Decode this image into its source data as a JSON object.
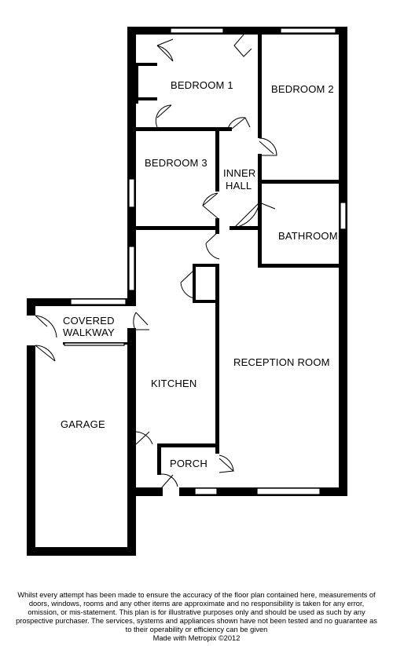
{
  "rooms": {
    "bedroom1": "BEDROOM 1",
    "bedroom2": "BEDROOM 2",
    "bedroom3": "BEDROOM 3",
    "inner_hall_line1": "INNER",
    "inner_hall_line2": "HALL",
    "bathroom": "BATHROOM",
    "covered_walkway_line1": "COVERED",
    "covered_walkway_line2": "WALKWAY",
    "reception_room": "RECEPTION ROOM",
    "kitchen": "KITCHEN",
    "garage": "GARAGE",
    "porch": "PORCH"
  },
  "footer": {
    "disclaimer": "Whilst every attempt has been made to ensure the accuracy of the floor plan contained here, measurements of doors, windows, rooms and any other items are approximate and no responsibility is taken for any error, omission, or mis-statement. This plan is for illustrative purposes only and should be used as such by any prospective purchaser. The services, systems and appliances shown have not been tested and no guarantee as to their operability or efficiency can be given",
    "credit": "Made with Metropix ©2012"
  },
  "colors": {
    "wall": "#000000",
    "background": "#ffffff"
  }
}
